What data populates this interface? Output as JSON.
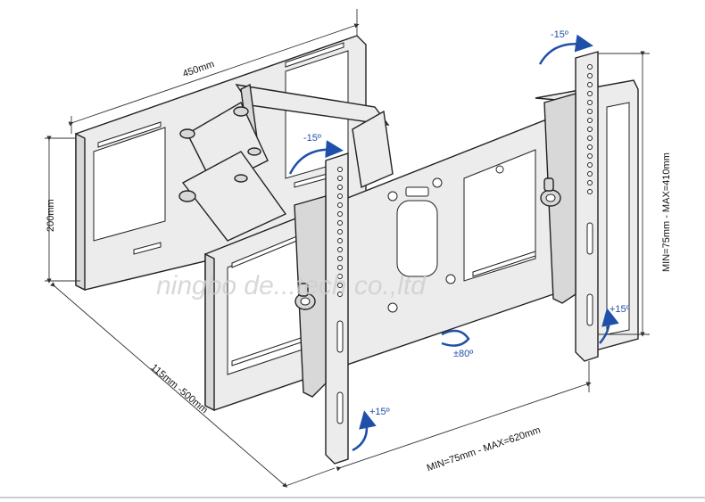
{
  "dimensions": {
    "width_wall": "450mm",
    "height_wall": "200mm",
    "depth": "115mm -500mm",
    "horizontal_vesa": "MIN=75mm - MAX=620mm",
    "vertical_vesa": "MIN=75mm - MAX=410mm"
  },
  "angles": {
    "tilt_top_left": "-15º",
    "tilt_top_right": "-15º",
    "tilt_bottom_left": "+15º",
    "tilt_bottom_right": "+15º",
    "rotation": "±80º"
  },
  "watermark": "ningbo de...tech co.,ltd",
  "colors": {
    "arrow": "#1f4fa8",
    "line": "#222222",
    "plate": "#ececec"
  }
}
